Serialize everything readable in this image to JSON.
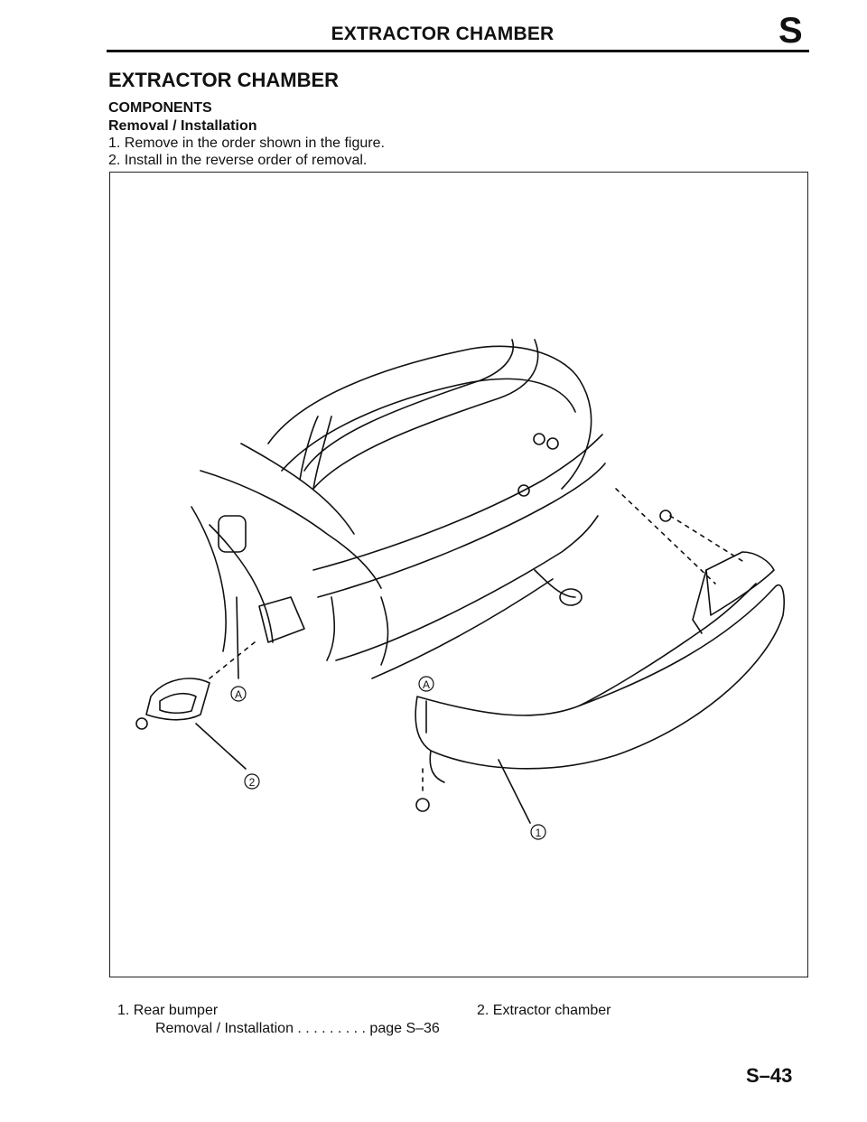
{
  "header": {
    "title": "EXTRACTOR CHAMBER",
    "section_letter": "S"
  },
  "section": {
    "title": "EXTRACTOR CHAMBER",
    "subheading": "COMPONENTS",
    "procedure_heading": "Removal / Installation",
    "steps": [
      "1.  Remove in the order shown in the figure.",
      "2.  Install in the reverse order of removal."
    ]
  },
  "figure": {
    "callouts": [
      "1",
      "2",
      "A",
      "A"
    ]
  },
  "legend": {
    "item1_label": "1.  Rear bumper",
    "item1_ref": "Removal / Installation . . . . . . . . .  page S–36",
    "item2_label": "2.  Extractor chamber"
  },
  "footer": {
    "page_number": "S–43"
  }
}
